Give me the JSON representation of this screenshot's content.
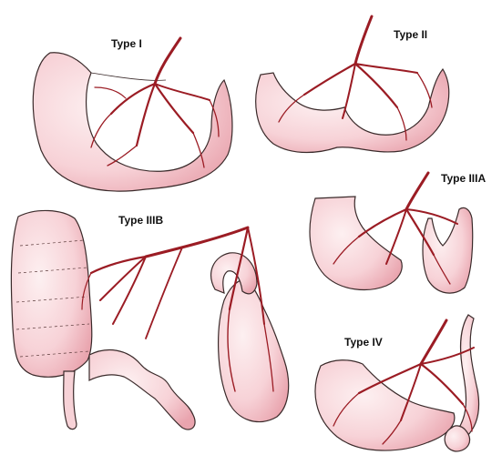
{
  "labels": {
    "type1": "Type I",
    "type2": "Type II",
    "type3a": "Type IIIA",
    "type3b": "Type IIIB",
    "type4": "Type IV"
  },
  "colors": {
    "background": "#ffffff",
    "tissue_fill": "#f8d5d9",
    "tissue_shade": "#eaa9b2",
    "tissue_outline": "#3a2a2a",
    "vessel": "#9b1c24"
  }
}
